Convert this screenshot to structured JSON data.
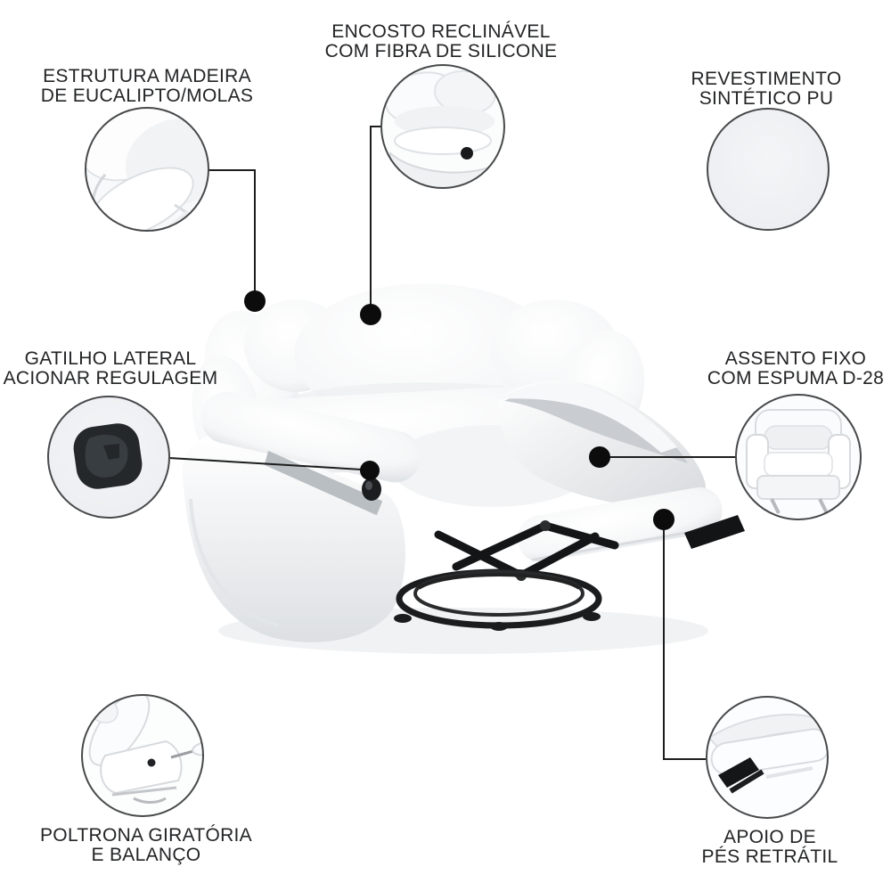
{
  "page": {
    "background": "#ffffff",
    "language": "pt-BR",
    "description_type": "product-feature-diagram"
  },
  "product": {
    "subject": "poltrona reclinável branca"
  },
  "callouts": {
    "encosto": {
      "line1": "ENCOSTO RECLINÁVEL",
      "line2": "COM FIBRA DE SILICONE"
    },
    "estrutura": {
      "line1": "ESTRUTURA MADEIRA",
      "line2": "DE EUCALIPTO/MOLAS"
    },
    "revestimento": {
      "line1": "REVESTIMENTO",
      "line2": "SINTÉTICO PU"
    },
    "gatilho": {
      "line1": "GATILHO LATERAL",
      "line2": "ACIONAR REGULAGEM"
    },
    "assento": {
      "line1": "ASSENTO FIXO",
      "line2": "COM ESPUMA D-28"
    },
    "poltrona": {
      "line1": "POLTRONA GIRATÓRIA",
      "line2": "E BALANÇO"
    },
    "apoio": {
      "line1": "APOIO DE",
      "line2": "PÉS RETRÁTIL"
    }
  },
  "colors": {
    "text": "#232426",
    "leader_line": "#1d1d1d",
    "anchor_dot": "#0c0c0c",
    "circle_border": "#47494b",
    "upholstery_light": "#ffffff",
    "upholstery_shadow": "#dfe2e5",
    "mechanism_black": "#17181a",
    "pu_swatch": "#f1f2f4"
  }
}
